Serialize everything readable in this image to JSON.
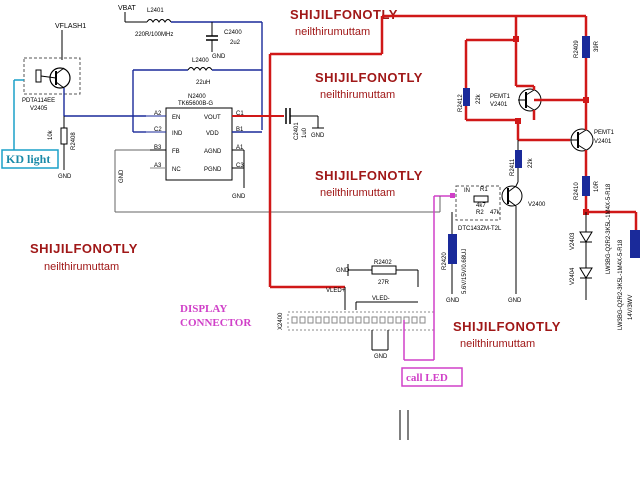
{
  "watermarks": [
    {
      "line1": "SHIJILFONOTLY",
      "line2": "neilthirumuttam"
    },
    {
      "line1": "SHIJILFONOTLY",
      "line2": "neilthirumuttam"
    },
    {
      "line1": "SHIJILFONOTLY",
      "line2": "neilthirumuttam"
    },
    {
      "line1": "SHIJILFONOTLY",
      "line2": "neilthirumuttam"
    },
    {
      "line1": "SHIJILFONOTLY",
      "line2": "neilthirumuttam"
    }
  ],
  "nets": {
    "vflash": "VFLASH1",
    "vbat": "VBAT",
    "vled_plus": "VLED+",
    "vled_minus": "VLED-",
    "gnd": "GND"
  },
  "components": {
    "l2401": {
      "ref": "L2401",
      "val": "220R/100MHz"
    },
    "c2400": {
      "ref": "C2400",
      "val": "2u2"
    },
    "l2400": {
      "ref": "L2400",
      "val": "22uH"
    },
    "n2400": {
      "ref": "N2400",
      "val": "TK65600B-G",
      "pins": [
        "EN",
        "IND",
        "FB",
        "NC",
        "VOUT",
        "VDD",
        "AGND",
        "PGND"
      ],
      "pinnums": [
        "A2",
        "C2",
        "B3",
        "A3",
        "C1",
        "B1",
        "A1",
        "C3"
      ]
    },
    "v2405": {
      "ref": "V2405",
      "val": "PDTA114EE"
    },
    "r2408": {
      "ref": "R2408",
      "val": "10k"
    },
    "c2401": {
      "ref": "C2401",
      "val": "1u0"
    },
    "r2402": {
      "ref": "R2402",
      "val": "27R"
    },
    "r2409": {
      "ref": "R2409",
      "val": "39R"
    },
    "r2412": {
      "ref": "R2412",
      "val": "22k"
    },
    "r2411": {
      "ref": "R2411",
      "val": "22k"
    },
    "v2401a": {
      "ref": "PEMT1",
      "sub": "V2401"
    },
    "v2401b": {
      "ref": "PEMT1",
      "sub": "V2401"
    },
    "r2410": {
      "ref": "R2410",
      "val": "10R"
    },
    "r1": {
      "ref": "R1",
      "r1val": "4k7",
      "r2": "R2",
      "r2val": "47k"
    },
    "v2400": {
      "ref": "V2400",
      "val": "DTC143ZM-T2L",
      "in": "IN"
    },
    "r2420": {
      "ref": "R2420",
      "val": "5.6V/15V/0.68UJ"
    },
    "v2403": {
      "ref": "V2403",
      "val": "LW3BG-Q2R2-3K5L-1M4X-5-R18"
    },
    "v2404": {
      "ref": "V2404",
      "val": "LW3BG-Q2R2-3K5L-1M4X-5-R18"
    },
    "x2400": {
      "ref": "X2400"
    },
    "led_label": "14V/3WV"
  },
  "labels": {
    "kd_light": "KD light",
    "display_connector_1": "DISPLAY",
    "display_connector_2": "CONNECTOR",
    "call_led": "call LED"
  },
  "colors": {
    "red": "#d01818",
    "blue": "#1a2a9a",
    "pink": "#d040c8",
    "cyan": "#1aa0c8"
  }
}
